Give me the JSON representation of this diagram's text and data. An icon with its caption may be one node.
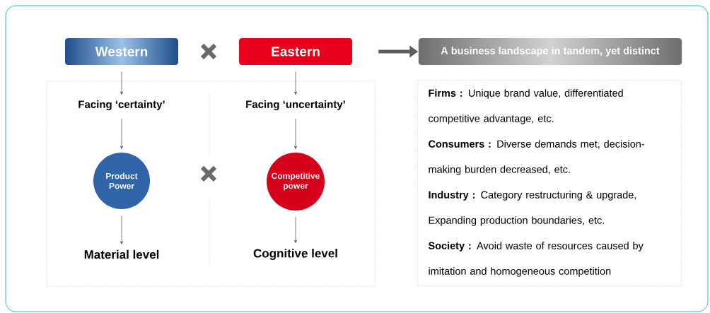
{
  "diagram": {
    "nodes": [
      {
        "text": [
          "Western"
        ]
      },
      {
        "text": [
          "Eastern"
        ]
      },
      {
        "text": [
          "A business landscape in tandem, yet distinct"
        ]
      },
      {
        "text": [],
        "shape": "box"
      },
      {
        "text": [
          "Facing ‘certainty’"
        ],
        "in": 3
      },
      {
        "text": [
          "Product Power"
        ],
        "in": 3
      },
      {
        "text": [
          "Material level"
        ],
        "in": 3
      },
      {
        "text": [
          "Facing ‘uncertainty’"
        ],
        "in": 3
      },
      {
        "text": [
          "Competitive power"
        ],
        "in": 3
      },
      {
        "text": [
          "Cognitive level"
        ],
        "in": 3
      },
      {
        "text": [
          "**Firms :** Unique brand value, differentiated competitive advantage, etc.",
          "**Consumers :** Diverse demands met, decision-making burden decreased, etc.",
          "**Industry :** Category restructuring & upgrade, Expanding production boundaries, etc.",
          "**Society :** Avoid waste of resources caused by imitation and homogeneous competition"
        ]
      }
    ],
    "edges": [
      {
        "from": 0,
        "to": 4,
        "arrow": "to"
      },
      {
        "from": 4,
        "to": 5,
        "arrow": "to"
      },
      {
        "from": 5,
        "to": 6,
        "arrow": "to"
      },
      {
        "from": 1,
        "to": 7,
        "arrow": "to"
      },
      {
        "from": 7,
        "to": 8,
        "arrow": "to"
      },
      {
        "from": 8,
        "to": 9,
        "arrow": "to"
      },
      {
        "from": 1,
        "to": 2,
        "arrow": "to",
        "style": "thick"
      }
    ]
  }
}
